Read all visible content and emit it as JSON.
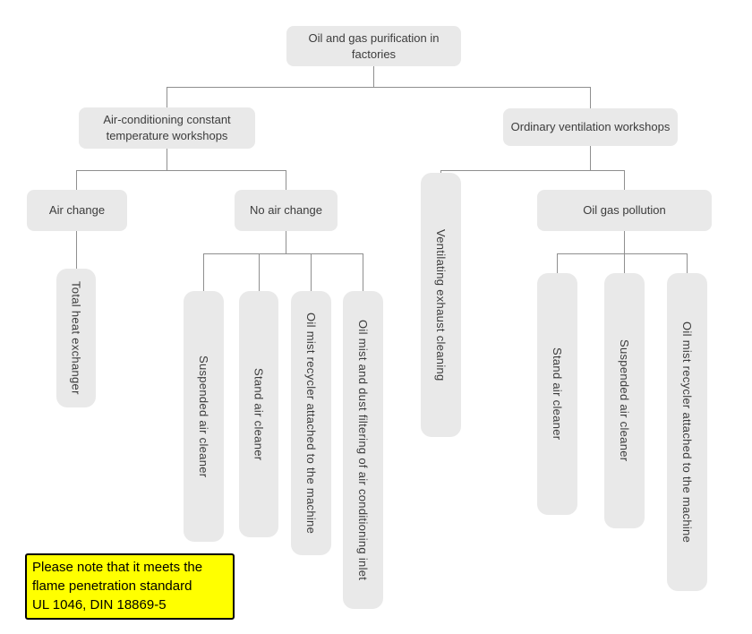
{
  "diagram": {
    "root": "Oil and gas purification in factories",
    "left": {
      "title": "Air-conditioning constant temperature workshops",
      "air_change": "Air change",
      "air_change_leaf": "Total heat exchanger",
      "no_air_change": "No air change",
      "no_air_change_leaves": [
        "Suspended air cleaner",
        "Stand air cleaner",
        "Oil mist recycler attached to the machine",
        "Oil mist and dust filtering of air conditioning inlet"
      ]
    },
    "right": {
      "title": "Ordinary ventilation workshops",
      "direct_leaf": "Ventilating exhaust cleaning",
      "oil_gas": "Oil gas pollution",
      "oil_gas_leaves": [
        "Stand air cleaner",
        "Suspended air cleaner",
        "Oil mist recycler attached to the machine"
      ]
    },
    "note_lines": [
      "Please note that it meets the",
      "flame penetration standard",
      "UL 1046, DIN 18869-5"
    ]
  },
  "colors": {
    "box_bg": "#e9e9e9",
    "line": "#8f8f8f",
    "note_bg": "#ffff00",
    "note_border": "#000000",
    "text": "#3c3c3c"
  }
}
